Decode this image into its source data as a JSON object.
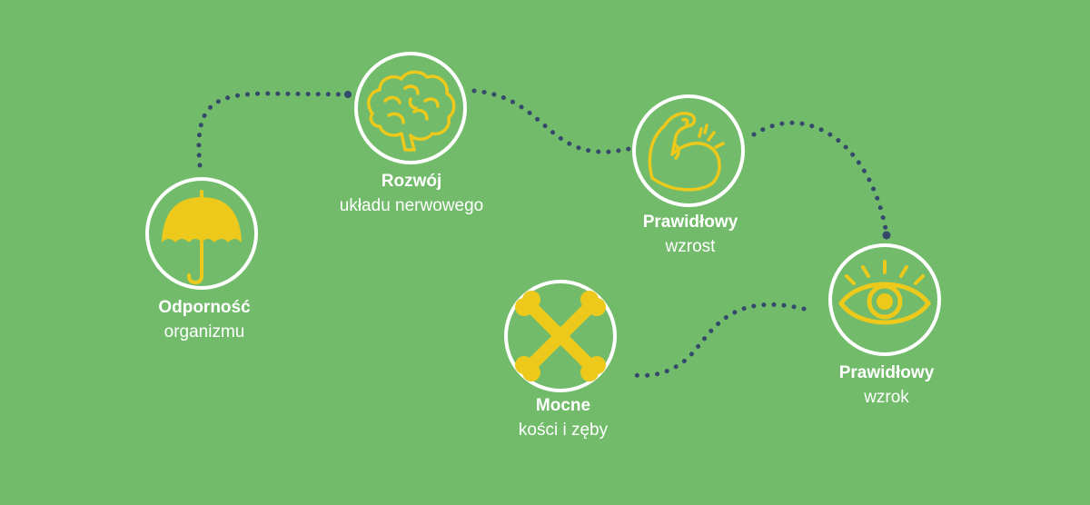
{
  "colors": {
    "background": "#72bb6b",
    "icon": "#ecc91b",
    "ring": "#ffffff",
    "dots": "#354a6b"
  },
  "nodes": [
    {
      "id": "immunity",
      "icon": "umbrella-icon",
      "title": "Odporność",
      "subtitle": "organizmu"
    },
    {
      "id": "nervous",
      "icon": "brain-icon",
      "title": "Rozwój",
      "subtitle": "układu nerwowego"
    },
    {
      "id": "growth",
      "icon": "flexed-arm-icon",
      "title": "Prawidłowy",
      "subtitle": "wzrost"
    },
    {
      "id": "vision",
      "icon": "eye-icon",
      "title": "Prawidłowy",
      "subtitle": "wzrok"
    },
    {
      "id": "bones",
      "icon": "crossed-bones-icon",
      "title": "Mocne",
      "subtitle": "kości i zęby"
    }
  ]
}
